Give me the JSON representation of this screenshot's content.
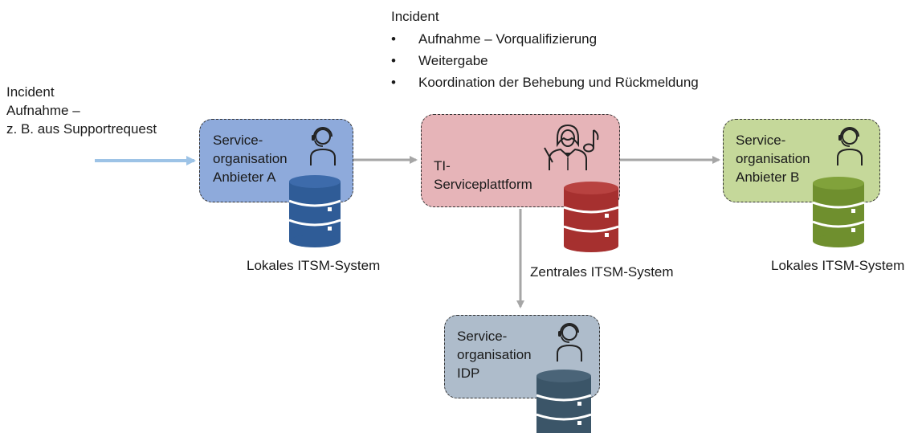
{
  "left_note": {
    "line1": "Incident",
    "line2": "Aufnahme –",
    "line3": "z. B. aus Supportrequest"
  },
  "top_note": {
    "heading": "Incident",
    "bullets": [
      "Aufnahme – Vorqualifizierung",
      "Weitergabe",
      "Koordination der Behebung und Rückmeldung"
    ]
  },
  "boxes": {
    "anbieter_a": {
      "line1": "Service-",
      "line2": "organisation",
      "line3": "Anbieter A",
      "db_label": "Lokales ITSM-System"
    },
    "plattform": {
      "line1": "TI-",
      "line2": "Serviceplattform",
      "db_label": "Zentrales ITSM-System"
    },
    "anbieter_b": {
      "line1": "Service-",
      "line2": "organisation",
      "line3": "Anbieter B",
      "db_label": "Lokales ITSM-System"
    },
    "idp": {
      "line1": "Service-",
      "line2": "organisation",
      "line3": "IDP"
    }
  },
  "colors": {
    "box_a": "#8eaadb",
    "box_plattform": "#e6b4b8",
    "box_b": "#c5d89a",
    "box_idp": "#aebccb",
    "db_a": "#2f5c97",
    "db_plattform": "#a6302f",
    "db_b": "#6f8f2e",
    "db_idp": "#3b5568",
    "arrow_gray": "#a6a6a6",
    "arrow_blue": "#9dc3e6"
  },
  "icons": [
    "headset-agent-icon",
    "conductor-icon",
    "music-note-icon",
    "database-icon"
  ]
}
